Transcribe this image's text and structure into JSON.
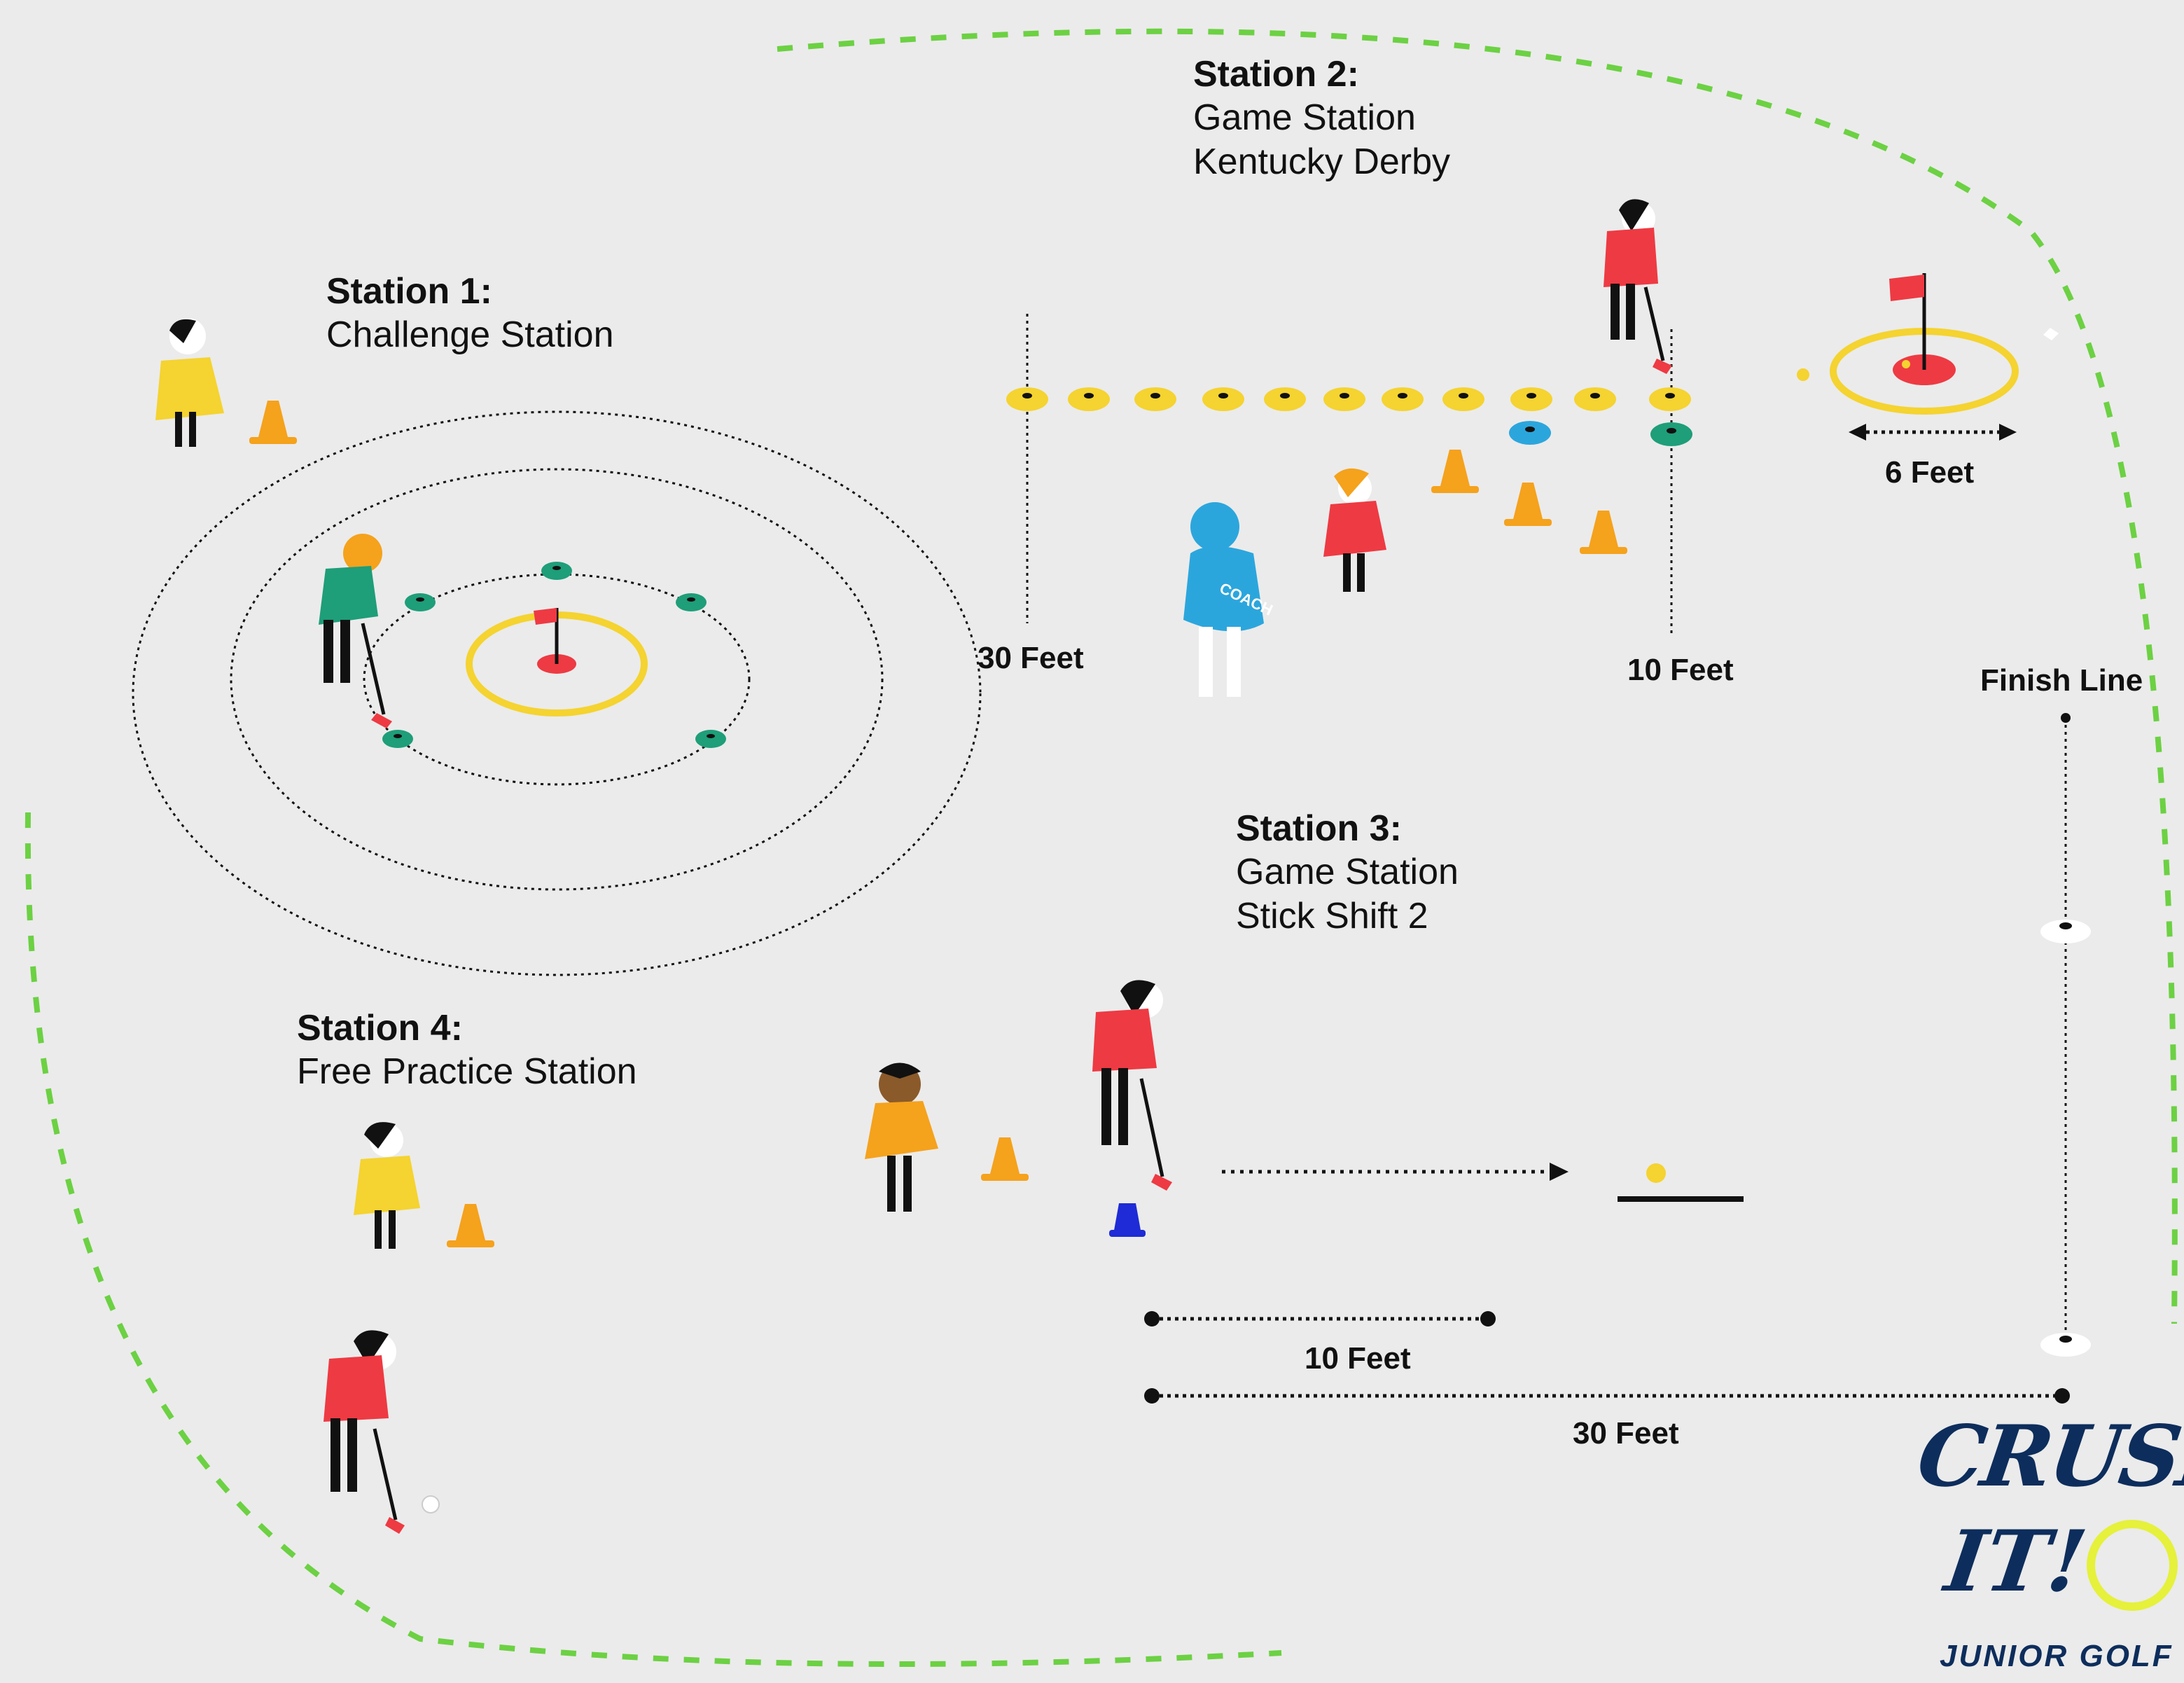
{
  "stations": [
    {
      "heading": "Station 1:",
      "lines": [
        "Challenge Station"
      ]
    },
    {
      "heading": "Station 2:",
      "lines": [
        "Game Station",
        "Kentucky Derby"
      ]
    },
    {
      "heading": "Station 3:",
      "lines": [
        "Game Station",
        "Stick Shift 2"
      ]
    },
    {
      "heading": "Station 4:",
      "lines": [
        "Free Practice Station"
      ]
    }
  ],
  "distances": {
    "station2_30": "30 Feet",
    "station2_10": "10 Feet",
    "station2_6": "6 Feet",
    "finish_line": "Finish Line",
    "station3_10": "10 Feet",
    "station3_30": "30 Feet"
  },
  "coach_label": "COACH",
  "logo": {
    "line1": "CRUSH",
    "line2": "IT!",
    "tagline": "JUNIOR GOLF"
  },
  "colors": {
    "background": "#ebebeb",
    "boundary": "#6cd143",
    "red": "#ee3a43",
    "yellow": "#f5d330",
    "orange": "#f5a21c",
    "teal": "#1e9e79",
    "blue_coach": "#2ba6dd",
    "logo_navy": "#0d2d5c"
  }
}
